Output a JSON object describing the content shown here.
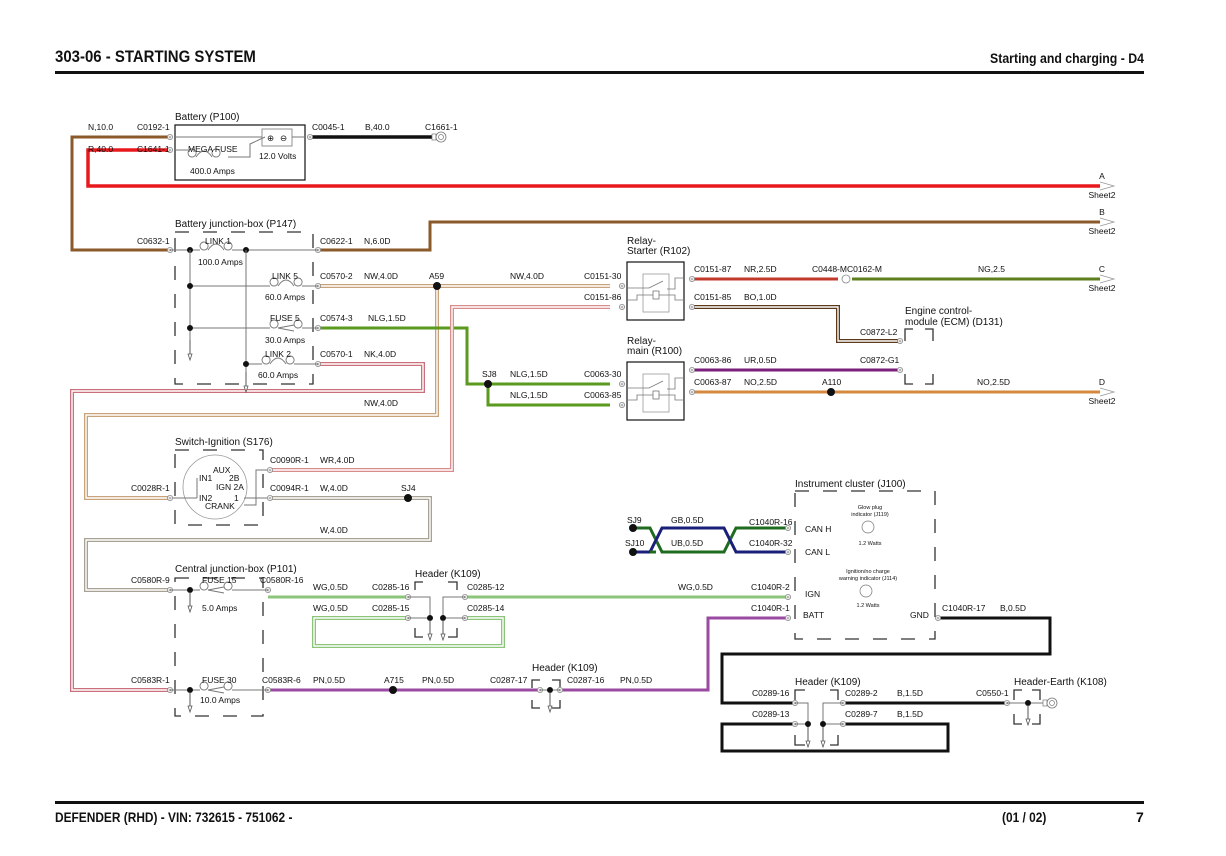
{
  "header": {
    "title": "303-06 - STARTING SYSTEM",
    "section": "Starting and charging - D4"
  },
  "footer": {
    "vehicle": "DEFENDER  (RHD) - VIN: 732615 - 751062 -",
    "sheet": "(01 / 02)",
    "page_number": "7"
  },
  "wire_colors": {
    "N": "#8a5a2b",
    "R": "#e8191c",
    "B": "#111111",
    "NW": "#c8a27a",
    "NLG": "#5a9a1e",
    "NK": "#c9707c",
    "WR": "#d88c8c",
    "NR": "#c0392b",
    "NG": "#5e7f1e",
    "BO": "#5a3a1a",
    "UR": "#7a1f7a",
    "NO": "#d4893c",
    "W": "#a8a294",
    "WG": "#8cc47a",
    "GB": "#1f6b1f",
    "UB": "#1a1f7a",
    "PN": "#9a4aa0"
  },
  "components": {
    "battery": {
      "name": "Battery (P100)",
      "fuse": "MEGA FUSE",
      "fuse_rating": "400.0 Amps",
      "voltage": "12.0 Volts"
    },
    "battery_jb": {
      "name": "Battery junction-box (P147)",
      "fuses": [
        {
          "name": "LINK 1",
          "rating": "100.0 Amps"
        },
        {
          "name": "LINK 5",
          "rating": "60.0 Amps"
        },
        {
          "name": "FUSE 5",
          "rating": "30.0 Amps"
        },
        {
          "name": "LINK 2",
          "rating": "60.0 Amps"
        }
      ]
    },
    "relay_starter": {
      "name_line1": "Relay-",
      "name_line2": "Starter (R102)"
    },
    "relay_main": {
      "name_line1": "Relay-",
      "name_line2": "main (R100)"
    },
    "ecm": {
      "name_line1": "Engine control-",
      "name_line2": "module (ECM) (D131)"
    },
    "ignition_switch": {
      "name": "Switch-Ignition (S176)",
      "pins": [
        "AUX",
        "IN1",
        "2B",
        "IGN 2A",
        "IN2",
        "1",
        "CRANK"
      ]
    },
    "central_jb": {
      "name": "Central junction-box (P101)",
      "fuses": [
        {
          "name": "FUSE 15",
          "rating": "5.0 Amps"
        },
        {
          "name": "FUSE 30",
          "rating": "10.0 Amps"
        }
      ]
    },
    "header_k109_a": {
      "name": "Header (K109)"
    },
    "header_k109_b": {
      "name": "Header (K109)"
    },
    "header_k109_c": {
      "name": "Header (K109)"
    },
    "header_earth": {
      "name": "Header-Earth (K108)"
    },
    "instrument_cluster": {
      "name": "Instrument cluster (J100)",
      "pins": [
        "CAN H",
        "CAN L",
        "IGN",
        "BATT",
        "GND"
      ],
      "glow_plug": {
        "line1": "Glow plug",
        "line2": "indicator (J119)",
        "watts": "1.2 Watts"
      },
      "no_charge": {
        "line1": "Ignition/no charge",
        "line2": "warning indicator (J114)",
        "watts": "1.2 Watts"
      }
    }
  },
  "connectors": {
    "c0192_1": "C0192-1",
    "c1641_1": "C1641-1",
    "c0045_1": "C0045-1",
    "c1661_1": "C1661-1",
    "c0632_1": "C0632-1",
    "c0622_1": "C0622-1",
    "c0570_2": "C0570-2",
    "c0574_3": "C0574-3",
    "c0570_1": "C0570-1",
    "c0151_30": "C0151-30",
    "c0151_86": "C0151-86",
    "c0151_87": "C0151-87",
    "c0151_85": "C0151-85",
    "c0448_m": "C0448-M",
    "c0162_m": "C0162-M",
    "c0872_l2": "C0872-L2",
    "c0872_g1": "C0872-G1",
    "c0063_30": "C0063-30",
    "c0063_85": "C0063-85",
    "c0063_86": "C0063-86",
    "c0063_87": "C0063-87",
    "c0028r_1": "C0028R-1",
    "c0090r_1": "C0090R-1",
    "c0094r_1": "C0094R-1",
    "c0580r_9": "C0580R-9",
    "c0580r_16": "C0580R-16",
    "c0285_16": "C0285-16",
    "c0285_15": "C0285-15",
    "c0285_12": "C0285-12",
    "c0285_14": "C0285-14",
    "c1040r_16": "C1040R-16",
    "c1040r_32": "C1040R-32",
    "c1040r_2": "C1040R-2",
    "c1040r_1": "C1040R-1",
    "c1040r_17": "C1040R-17",
    "c0583r_1": "C0583R-1",
    "c0583r_6": "C0583R-6",
    "c0287_17": "C0287-17",
    "c0287_16": "C0287-16",
    "c0289_16": "C0289-16",
    "c0289_13": "C0289-13",
    "c0289_2": "C0289-2",
    "c0289_7": "C0289-7",
    "c0550_1": "C0550-1"
  },
  "splices": {
    "a59": "A59",
    "sj8": "SJ8",
    "a110": "A110",
    "sj4": "SJ4",
    "sj9": "SJ9",
    "sj10": "SJ10",
    "a715": "A715"
  },
  "wire_labels": {
    "n10": "N,10.0",
    "r40": "R,40.0",
    "b40": "B,40.0",
    "n6": "N,6.0D",
    "nw4_a": "NW,4.0D",
    "nw4_b": "NW,4.0D",
    "nw4_c": "NW,4.0D",
    "nlg15_a": "NLG,1.5D",
    "nlg15_b": "NLG,1.5D",
    "nlg15_c": "NLG,1.5D",
    "nk4": "NK,4.0D",
    "nr25": "NR,2.5D",
    "bo1": "BO,1.0D",
    "ng25": "NG,2.5",
    "ur05": "UR,0.5D",
    "no25_a": "NO,2.5D",
    "no25_b": "NO,2.5D",
    "wr4": "WR,4.0D",
    "w4_a": "W,4.0D",
    "w4_b": "W,4.0D",
    "wg05_a": "WG,0.5D",
    "wg05_b": "WG,0.5D",
    "wg05_c": "WG,0.5D",
    "gb05": "GB,0.5D",
    "ub05": "UB,0.5D",
    "b05": "B,0.5D",
    "pn05_a": "PN,0.5D",
    "pn05_b": "PN,0.5D",
    "pn05_c": "PN,0.5D",
    "b15_a": "B,1.5D",
    "b15_b": "B,1.5D"
  },
  "offsheet": [
    {
      "letter": "A",
      "sheet": "Sheet2"
    },
    {
      "letter": "B",
      "sheet": "Sheet2"
    },
    {
      "letter": "C",
      "sheet": "Sheet2"
    },
    {
      "letter": "D",
      "sheet": "Sheet2"
    }
  ]
}
